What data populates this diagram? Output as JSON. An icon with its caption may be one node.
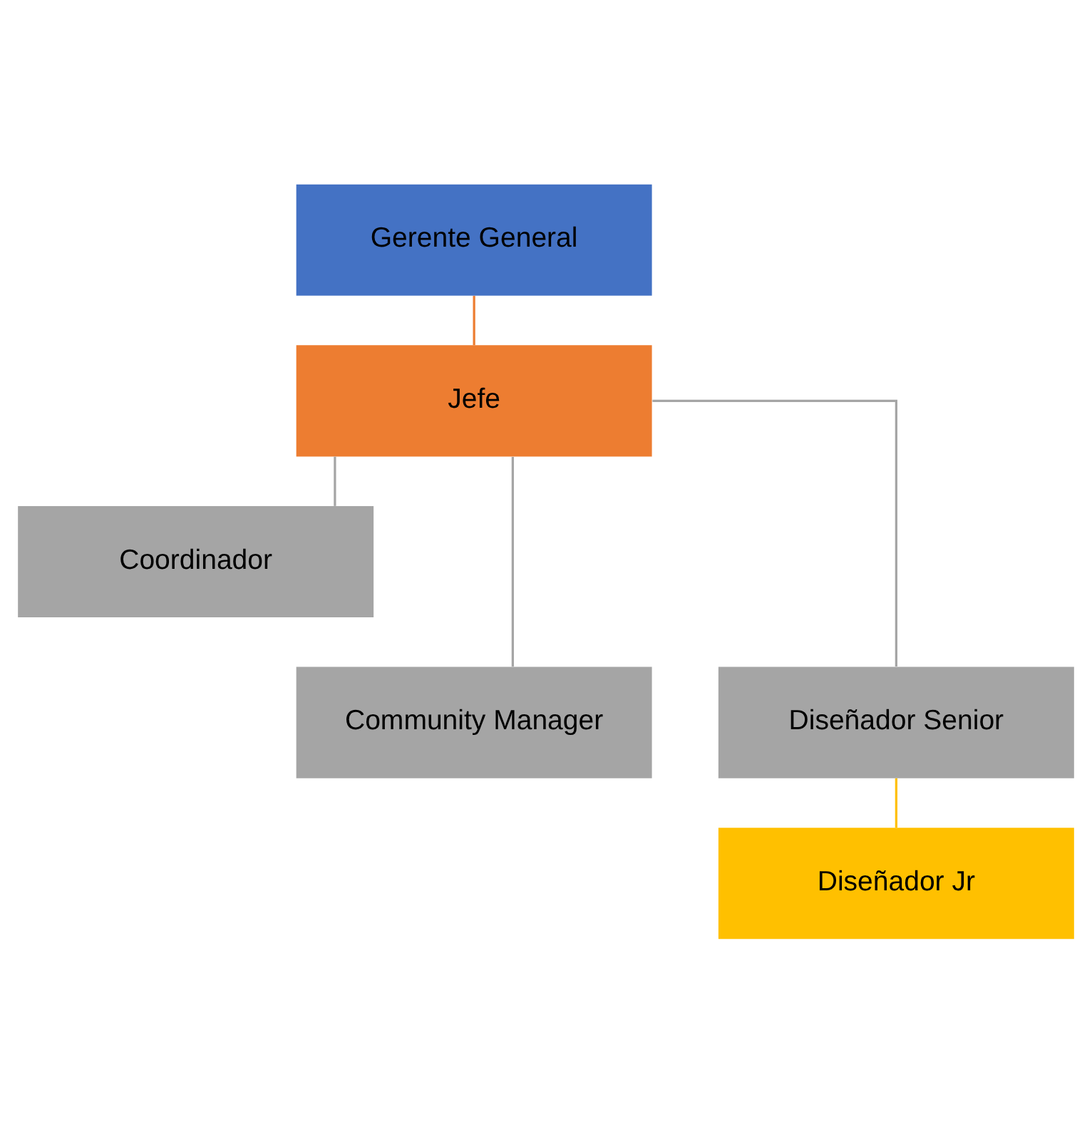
{
  "diagram": {
    "nodes": [
      {
        "text": [
          "Gerente General"
        ]
      },
      {
        "text": [
          "Jefe"
        ]
      },
      {
        "text": [
          "Coordinador"
        ]
      },
      {
        "text": [
          "Community Manager"
        ]
      },
      {
        "text": [
          "Diseñador Senior"
        ]
      },
      {
        "text": [
          "Diseñador Jr"
        ]
      }
    ],
    "edges": [
      {
        "from": 0,
        "to": 1,
        "arrow": "none",
        "color": "#ed7d31"
      },
      {
        "from": 1,
        "to": 2,
        "arrow": "none"
      },
      {
        "from": 1,
        "to": 3,
        "arrow": "none"
      },
      {
        "from": 1,
        "to": 4,
        "arrow": "none"
      },
      {
        "from": 4,
        "to": 5,
        "arrow": "none",
        "color": "#ffc000"
      }
    ]
  }
}
